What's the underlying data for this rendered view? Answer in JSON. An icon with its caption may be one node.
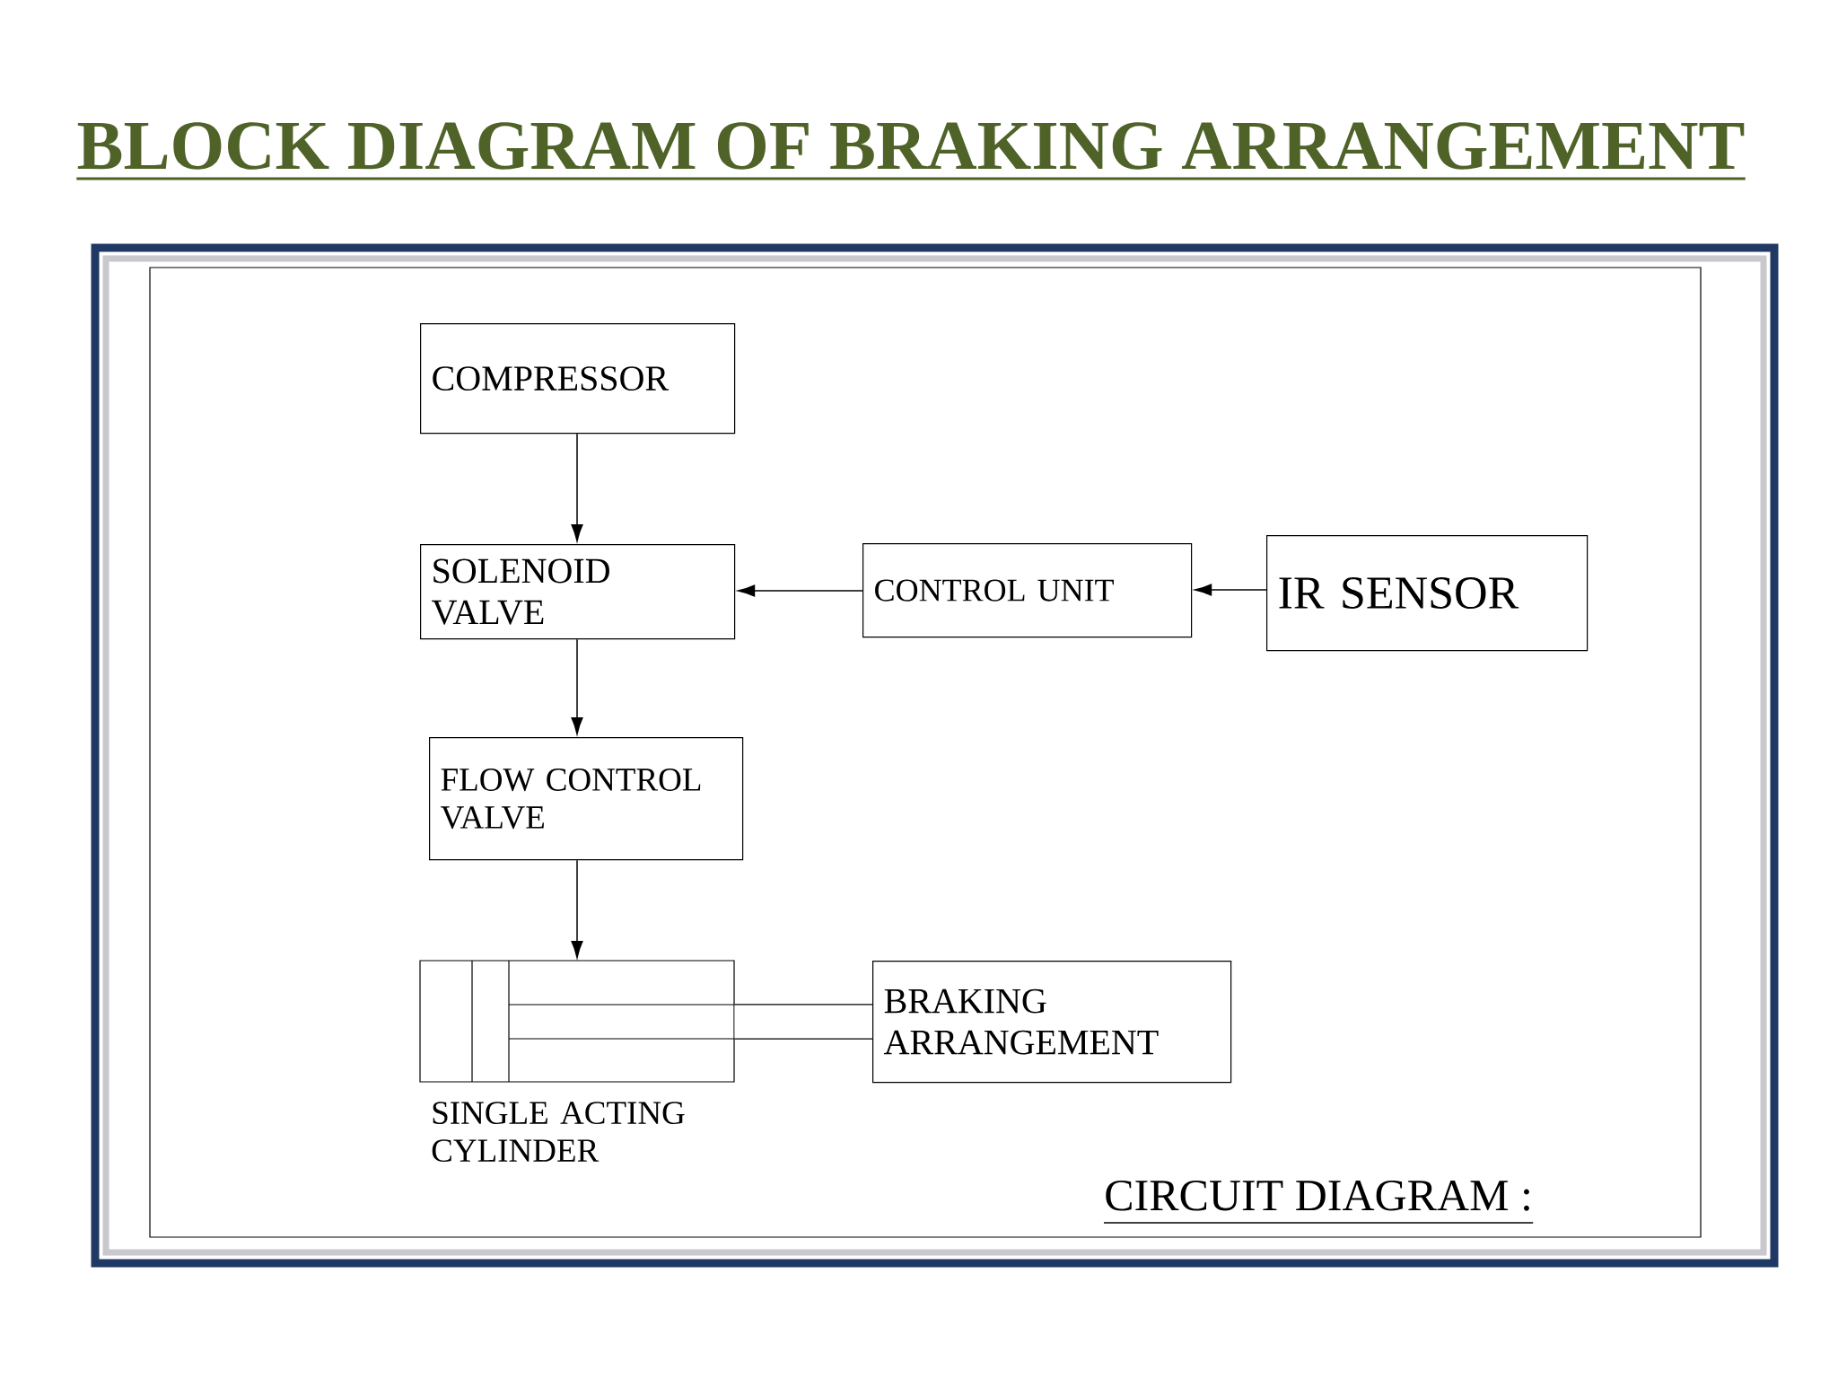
{
  "diagram": {
    "title": "BLOCK DIAGRAM OF BRAKING ARRANGEMENT",
    "nodes": [
      {
        "text": [
          "COMPRESSOR"
        ]
      },
      {
        "text": [
          "SOLENOID VALVE"
        ]
      },
      {
        "text": [
          "CONTROL UNIT"
        ]
      },
      {
        "text": [
          "IR SENSOR"
        ]
      },
      {
        "text": [
          "FLOW CONTROL VALVE"
        ]
      },
      {
        "text": [
          "SINGLE ACTING CYLINDER"
        ]
      },
      {
        "text": [
          "BRAKING ARRANGEMENT"
        ]
      }
    ],
    "edges": [
      {
        "from": 0,
        "to": 1,
        "arrow": "to"
      },
      {
        "from": 2,
        "to": 1,
        "arrow": "to"
      },
      {
        "from": 3,
        "to": 2,
        "arrow": "to"
      },
      {
        "from": 1,
        "to": 4,
        "arrow": "to"
      },
      {
        "from": 4,
        "to": 5,
        "arrow": "to"
      },
      {
        "from": 5,
        "to": 6,
        "arrow": "none",
        "style": "thick"
      }
    ],
    "labels": [
      "CIRCUIT DIAGRAM :"
    ]
  }
}
